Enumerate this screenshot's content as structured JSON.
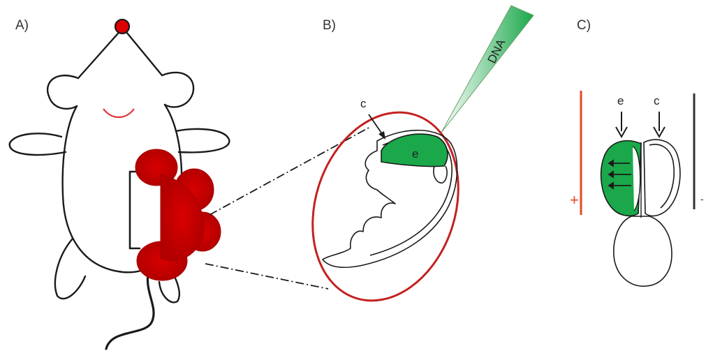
{
  "panels": [
    {
      "id": "A",
      "label": "A)"
    },
    {
      "id": "B",
      "label": "B)"
    },
    {
      "id": "C",
      "label": "C)"
    }
  ],
  "panel_b": {
    "pipette_label": "DNA",
    "arrow_label": "c",
    "region_label": "e"
  },
  "panel_c": {
    "arrow_labels": [
      "e",
      "c"
    ],
    "positive_sign": "+",
    "negative_sign": "-"
  },
  "colors": {
    "uterus_red": "#cc0000",
    "electrode_positive": "#e24a1f",
    "electrode_negative": "#333333",
    "dna_green": "#1aa84a",
    "outline": "#1a1a1a"
  }
}
